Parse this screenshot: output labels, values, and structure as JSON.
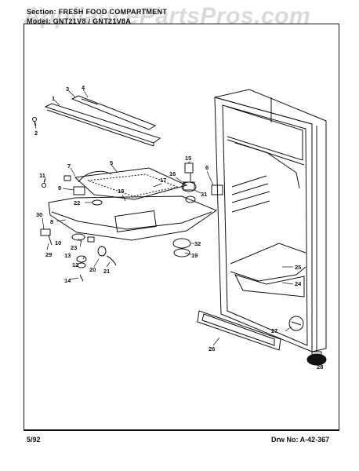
{
  "header": {
    "section_line": "Section: FRESH FOOD COMPARTMENT",
    "model_line": "Model: GNT21V8 / GNT21V8A"
  },
  "watermark": "AppliancePartsPros.com",
  "footer": {
    "date": "5/92",
    "drawing_number": "Drw No: A-42-367"
  },
  "callouts": [
    "1",
    "2",
    "3",
    "4",
    "5",
    "6",
    "7",
    "8",
    "9",
    "10",
    "11",
    "12",
    "13",
    "14",
    "15",
    "16",
    "17",
    "18",
    "19",
    "20",
    "21",
    "22",
    "23",
    "24",
    "25",
    "26",
    "27",
    "28",
    "29",
    "30",
    "31",
    "32"
  ]
}
